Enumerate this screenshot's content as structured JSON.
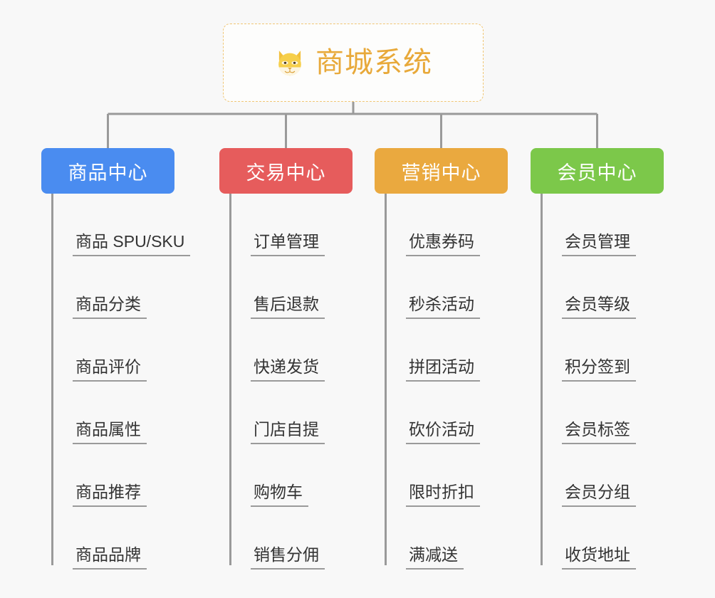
{
  "canvas": {
    "background": "#f8f8f8",
    "connector_color": "#9a9a9a"
  },
  "root": {
    "title": "商城系统",
    "icon": "shiba-dog-face-icon",
    "title_color": "#e8a93a",
    "border_color": "#f0c675"
  },
  "branches": [
    {
      "id": "product-center",
      "label": "商品中心",
      "color": "#4a8cf0",
      "items": [
        "商品 SPU/SKU",
        "商品分类",
        "商品评价",
        "商品属性",
        "商品推荐",
        "商品品牌"
      ]
    },
    {
      "id": "trade-center",
      "label": "交易中心",
      "color": "#e65c5c",
      "items": [
        "订单管理",
        "售后退款",
        "快递发货",
        "门店自提",
        "购物车",
        "销售分佣"
      ]
    },
    {
      "id": "marketing-center",
      "label": "营销中心",
      "color": "#eaa93f",
      "items": [
        "优惠券码",
        "秒杀活动",
        "拼团活动",
        "砍价活动",
        "限时折扣",
        "满减送"
      ]
    },
    {
      "id": "member-center",
      "label": "会员中心",
      "color": "#7cc койне"
    }
  ]
}
